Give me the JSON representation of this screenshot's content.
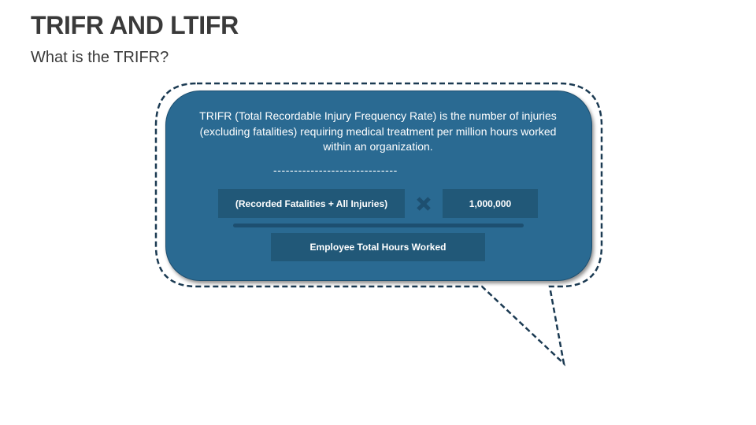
{
  "slide": {
    "title": "TRIFR AND LTIFR",
    "subtitle": "What is the TRIFR?"
  },
  "callout": {
    "description": "TRIFR (Total Recordable Injury Frequency Rate) is the number of injuries (excluding fatalities) requiring medical treatment per million hours worked within an organization.",
    "separator": "------------------------------",
    "formula": {
      "numerator": "(Recorded Fatalities + All Injuries)",
      "operator_icon": "multiply-icon",
      "multiplier": "1,000,000",
      "denominator": "Employee Total Hours Worked"
    }
  },
  "colors": {
    "card_fill": "#2a6a92",
    "box_fill": "#215878",
    "outline_dash": "#1b3a52",
    "title_text": "#3a3a3a"
  }
}
